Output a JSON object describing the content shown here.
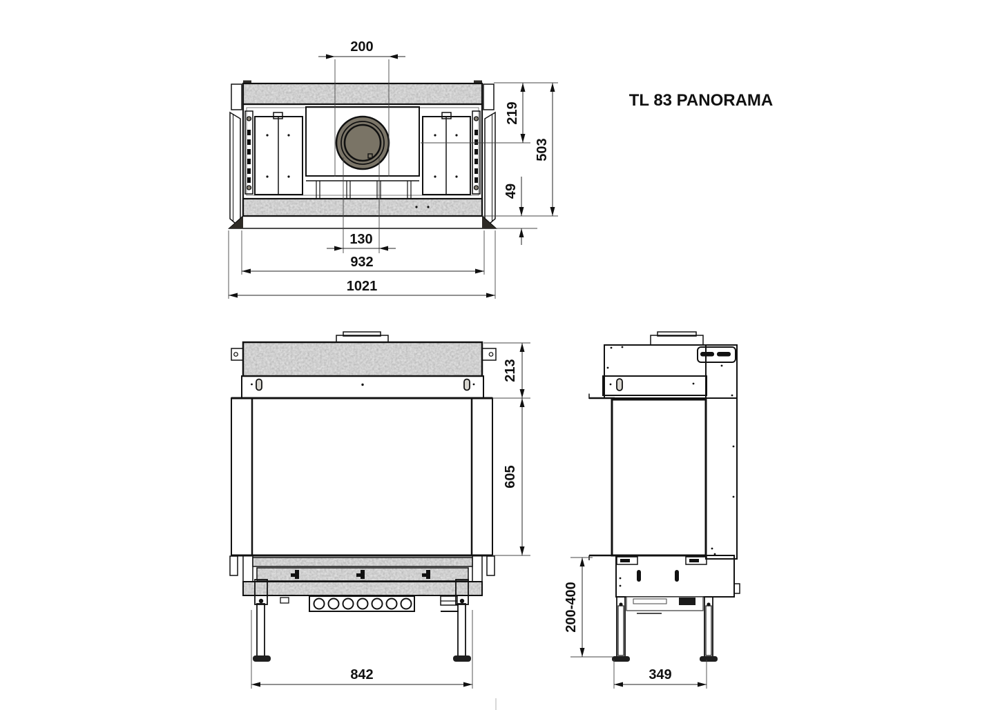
{
  "title": "TL 83 PANORAMA",
  "colors": {
    "body_taupe": "#7b7568",
    "panel_taupe": "#8a8478",
    "plate_taupe": "#837d70",
    "mantle_taupe": "#8d8779",
    "glass_gray": "#b2b2b4",
    "granite_gray": "#a0a0a0",
    "outline_black": "#111111",
    "leg_dark": "#6e6960",
    "foot_black": "#1f1f1f"
  },
  "top_view": {
    "dim_flue_width": "200",
    "dim_flue_inner": "130",
    "dim_inner_width": "932",
    "dim_overall_width": "1021",
    "dim_top_to_flue_center": "219",
    "dim_overall_depth": "503",
    "dim_front_band": "49"
  },
  "front_view": {
    "dim_top_section_height": "213",
    "dim_glass_height": "605",
    "dim_leg_span": "842"
  },
  "side_view": {
    "dim_leg_height_range": "200-400",
    "dim_leg_span": "349"
  }
}
